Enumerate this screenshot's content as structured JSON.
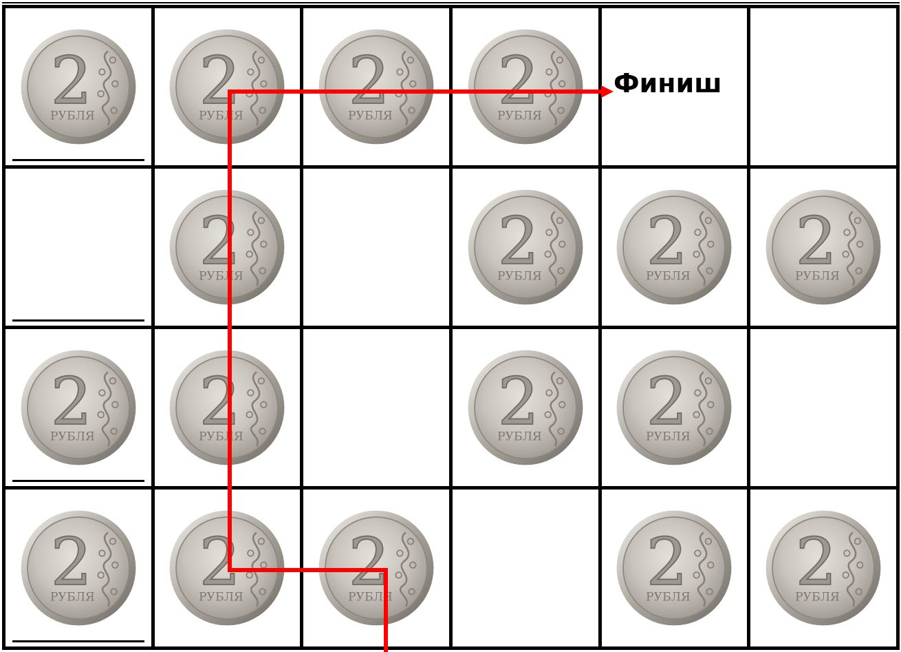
{
  "finish_label": "Финиш",
  "coin": {
    "numeral": "2",
    "currency_text": "РУБЛЯ",
    "icon": "two-ruble-coin-icon"
  },
  "path_color": "#ff0000",
  "grid": {
    "rows": 4,
    "cols": 6,
    "coins": [
      [
        true,
        true,
        true,
        true,
        false,
        false
      ],
      [
        false,
        true,
        false,
        true,
        true,
        true
      ],
      [
        true,
        true,
        false,
        true,
        true,
        false
      ],
      [
        true,
        true,
        true,
        false,
        true,
        true
      ]
    ],
    "answer_lines_in_first_column": true
  }
}
